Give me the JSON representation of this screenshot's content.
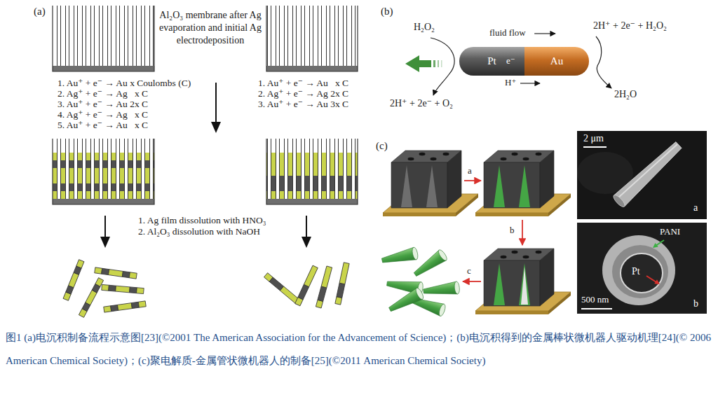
{
  "diagram": {
    "caption": "图1 (a)电沉积制备流程示意图[23](©2001 The American Association for the Advancement of Science)；(b)电沉积得到的金属棒状微机器人驱动机理[24](© 2006 American Chemical Society)；(c)聚电解质-金属管状微机器人的制备[25](©2011 American Chemical Society)",
    "nodes": [
      {
        "text": [
          "Pt"
        ]
      },
      {
        "text": [
          "Au"
        ]
      },
      {
        "text": [
          "2 μm",
          "a"
        ]
      },
      {
        "text": [
          "PANI",
          "Pt",
          "500 nm",
          "b"
        ]
      }
    ],
    "labels": [
      "(a)",
      "Al₂O₃ membrane after Ag evaporation and initial Ag electrodeposition",
      "1. Au⁺ + e⁻ → Au x Coulombs (C)",
      "2. Ag⁺ + e⁻ → Ag   x C",
      "3. Au⁺ + e⁻ → Au 2x C",
      "4. Ag⁺ + e⁻ → Ag   x C",
      "5. Au⁺ + e⁻ → Au   x C",
      "1. Au⁺ + e⁻ → Au   x C",
      "2. Ag⁺ + e⁻ → Ag 2x C",
      "3. Au⁺ + e⁻ → Au 3x C",
      "1. Ag film dissolution with HNO₃",
      "2. Al₂O₃ dissolution with NaOH",
      "(b)",
      "H₂O₂",
      "fluid flow",
      "2H⁺ + 2e⁻ + H₂O₂",
      "e⁻",
      "H⁺",
      "2H⁺ + 2e⁻ + O₂",
      "2H₂O",
      "(c)",
      "a",
      "b",
      "c"
    ]
  }
}
